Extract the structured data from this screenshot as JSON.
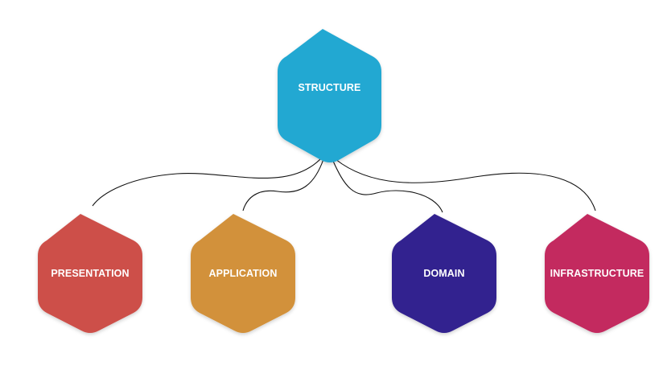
{
  "root": {
    "label": "STRUCTURE",
    "color": "#24a8d2"
  },
  "connector_handle_color": "#c9ccd1",
  "nodes": [
    {
      "id": "presentation",
      "label": "PRESENTATION",
      "color": "#cd5049"
    },
    {
      "id": "application",
      "label": "APPLICATION",
      "color": "#d2913b"
    },
    {
      "id": "domain",
      "label": "DOMAIN",
      "color": "#33248f"
    },
    {
      "id": "infrastructure",
      "label": "INFRASTRUCTURE",
      "color": "#c32a5f"
    }
  ]
}
